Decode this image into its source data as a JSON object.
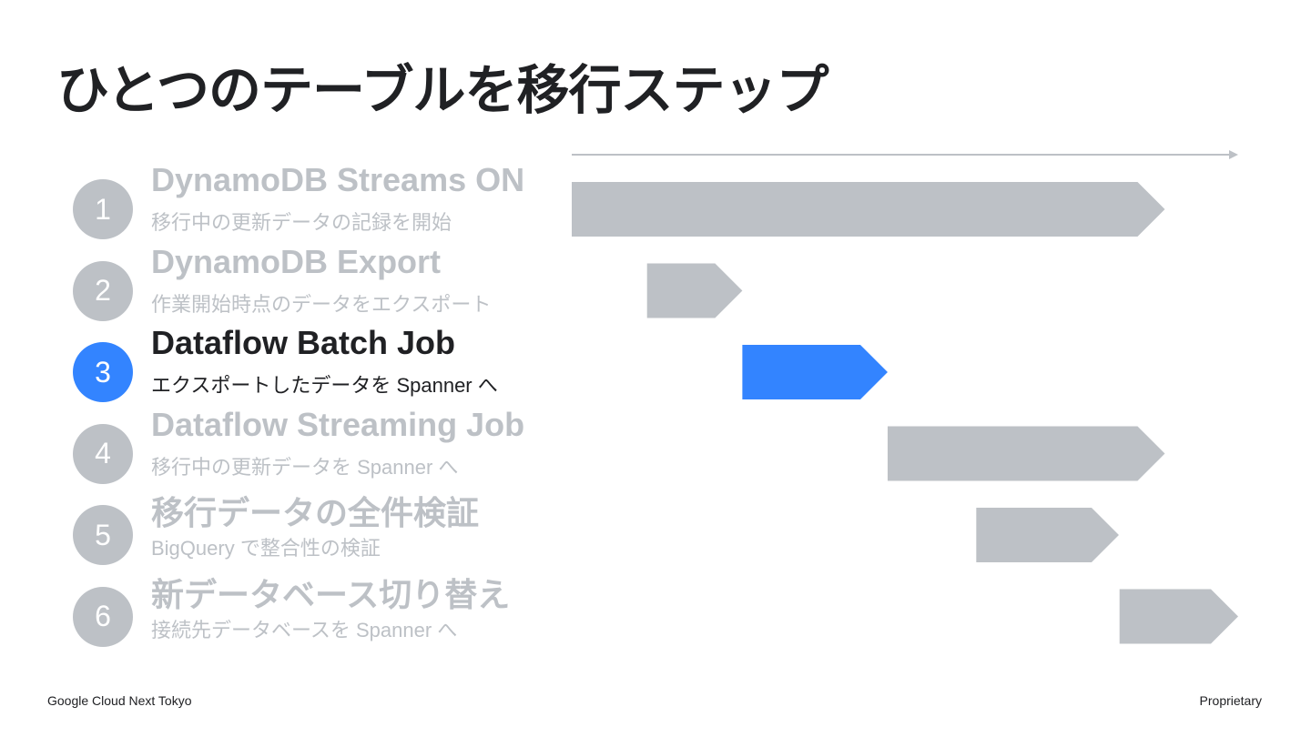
{
  "title": "ひとつのテーブルを移行ステップ",
  "steps": [
    {
      "number": "1",
      "heading": "DynamoDB Streams ON",
      "sub": "移行中の更新データの記録を開始",
      "active": false
    },
    {
      "number": "2",
      "heading": "DynamoDB Export",
      "sub": "作業開始時点のデータをエクスポート",
      "active": false
    },
    {
      "number": "3",
      "heading": "Dataflow Batch Job",
      "sub": "エクスポートしたデータを Spanner へ",
      "active": true
    },
    {
      "number": "4",
      "heading": "Dataflow Streaming Job",
      "sub": "移行中の更新データを Spanner へ",
      "active": false
    },
    {
      "number": "5",
      "heading": "移行データの全件検証",
      "sub": "BigQuery で整合性の検証",
      "active": false
    },
    {
      "number": "6",
      "heading": "新データベース切り替え",
      "sub": "接続先データベースを Spanner へ",
      "active": false
    }
  ],
  "colors": {
    "inactive": "#bdc1c6",
    "active": "#3384ff",
    "text": "#202124",
    "axis": "#bdc1c6"
  },
  "timeline": [
    {
      "step": "1",
      "start": 0,
      "end": 0.89
    },
    {
      "step": "2",
      "start": 0.113,
      "end": 0.256
    },
    {
      "step": "3",
      "start": 0.256,
      "end": 0.474
    },
    {
      "step": "4",
      "start": 0.474,
      "end": 0.89
    },
    {
      "step": "5",
      "start": 0.607,
      "end": 0.821
    },
    {
      "step": "6",
      "start": 0.822,
      "end": 1.0
    }
  ],
  "footer": {
    "left": "Google Cloud Next Tokyo",
    "right": "Proprietary"
  }
}
